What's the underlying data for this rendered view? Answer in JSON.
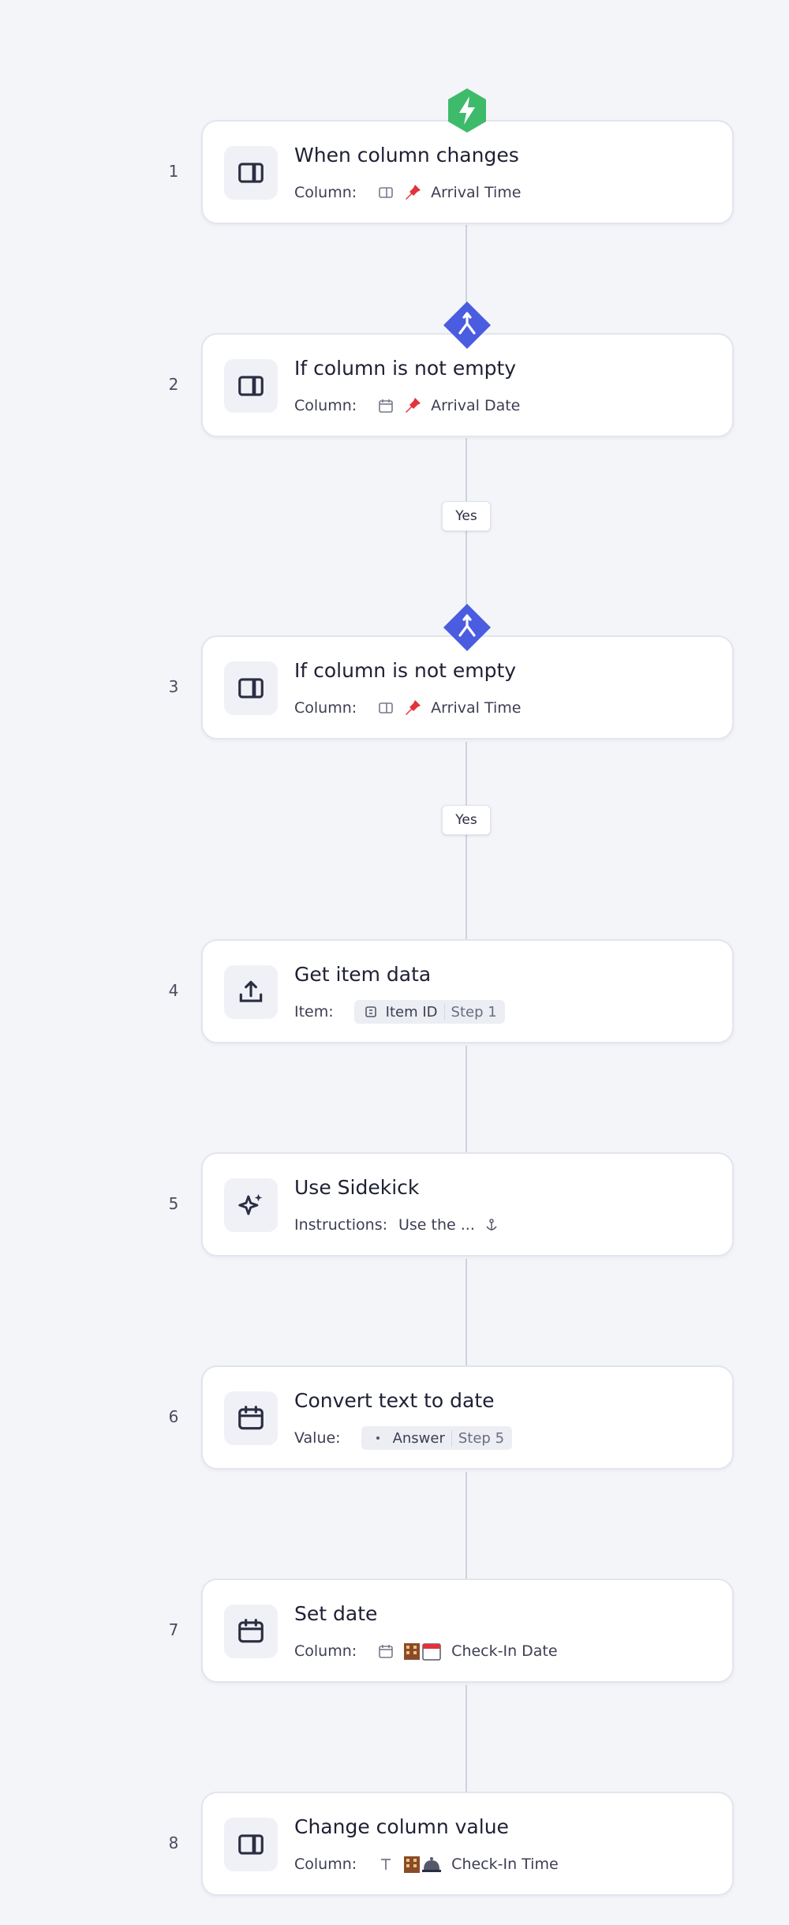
{
  "steps": [
    {
      "number": "1",
      "title": "When column changes",
      "meta_label": "Column:",
      "value": "Arrival Time",
      "icon": "column-icon",
      "badge": "lightning-trigger-icon"
    },
    {
      "number": "2",
      "title": "If column is not empty",
      "meta_label": "Column:",
      "value": "Arrival Date",
      "icon": "column-icon",
      "badge": "condition-branch-icon"
    },
    {
      "number": "3",
      "title": "If column is not empty",
      "meta_label": "Column:",
      "value": "Arrival Time",
      "icon": "column-icon",
      "badge": "condition-branch-icon"
    },
    {
      "number": "4",
      "title": "Get item data",
      "meta_label": "Item:",
      "chip_label": "Item ID",
      "chip_step": "Step 1",
      "icon": "upload-icon"
    },
    {
      "number": "5",
      "title": "Use Sidekick",
      "meta_label": "Instructions:",
      "value": "Use the ...",
      "icon": "sparkle-icon"
    },
    {
      "number": "6",
      "title": "Convert text to date",
      "meta_label": "Value:",
      "chip_label": "Answer",
      "chip_step": "Step 5",
      "icon": "calendar-icon"
    },
    {
      "number": "7",
      "title": "Set date",
      "meta_label": "Column:",
      "value": "Check-In Date",
      "icon": "calendar-icon"
    },
    {
      "number": "8",
      "title": "Change column value",
      "meta_label": "Column:",
      "value": "Check-In Time",
      "icon": "column-icon"
    }
  ],
  "branch_labels": [
    "Yes",
    "Yes"
  ],
  "colors": {
    "trigger": "#3dbb6a",
    "condition": "#4a5ce0",
    "connector": "#cfd2dd",
    "background": "#f4f5f9"
  }
}
